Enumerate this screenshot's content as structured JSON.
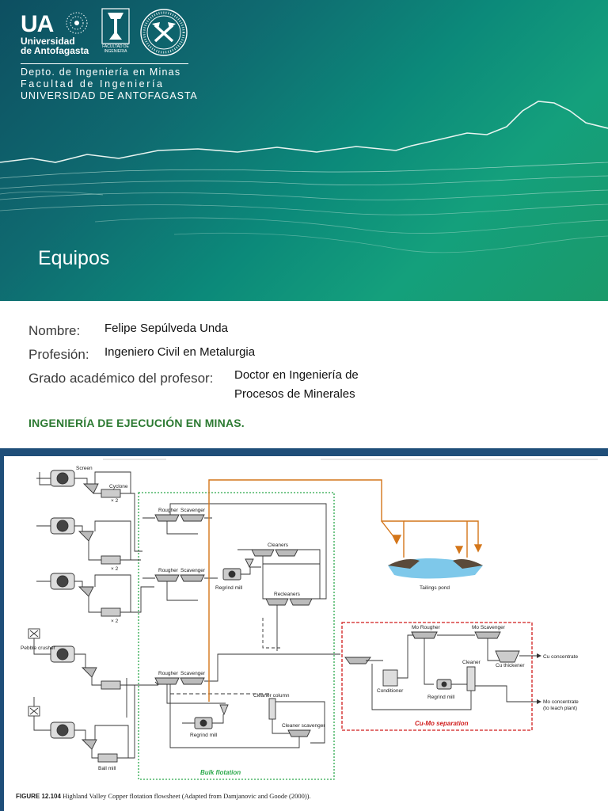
{
  "header": {
    "logo_ua": "UA",
    "logo_ua_name": [
      "Universidad",
      "de Antofagasta"
    ],
    "logo_fi_text": "FACULTAD DE INGENIERIA",
    "dept_lines": [
      "Depto. de Ingeniería en Minas",
      "Facultad de Ingeniería",
      "UNIVERSIDAD DE ANTOFAGASTA"
    ]
  },
  "slide": {
    "title": "Equipos"
  },
  "info": {
    "name_label": "Nombre:",
    "name_value": "Felipe Sepúlveda Unda",
    "profession_label": "Profesión:",
    "profession_value": "Ingeniero Civil en Metalurgia",
    "degree_label": "Grado académico del profesor:",
    "degree_value_line1": "Doctor en Ingeniería de",
    "degree_value_line2": "Procesos de Minerales",
    "program": "INGENIERÍA DE EJECUCIÓN EN MINAS."
  },
  "figure": {
    "labels": {
      "screen": "Screen",
      "cyclone": "Cyclone",
      "x2a": "× 2",
      "x2b": "× 2",
      "x2c": "× 2",
      "pebble_crusher": "Pebble crusher",
      "ball_mill": "Ball mill",
      "rougher1": "Rougher",
      "scavenger1": "Scavenger",
      "rougher2": "Rougher",
      "scavenger2": "Scavenger",
      "rougher3": "Rougher",
      "scavenger3": "Scavenger",
      "regrind1": "Regrind mill",
      "regrind2": "Regrind mill",
      "regrind3": "Regrind mill",
      "cleaners": "Cleaners",
      "recleaners": "Recleaners",
      "cleaner_column": "Cleaner column",
      "cleaner_scavenger": "Cleaner scavenger",
      "bulk_flotation": "Bulk flotation",
      "tailings_pond": "Tailings pond",
      "mo_rougher": "Mo Rougher",
      "mo_scavenger": "Mo Scavenger",
      "cu_thickener": "Cu thickener",
      "conditioner": "Conditioner",
      "cleaner": "Cleaner",
      "cu_concentrate": "Cu concentrate",
      "mo_concentrate_1": "Mo concentrate",
      "mo_concentrate_2": "(to leach plant)",
      "cumo_separation": "Cu-Mo separation"
    },
    "caption_label": "FIGURE 12.104",
    "caption_text": "Highland Valley Copper flotation flowsheet (Adapted from Damjanovic and Goode (2000))."
  },
  "colors": {
    "banner_dark": "#0d4f61",
    "banner_light": "#14a07c",
    "program_green": "#2c7a32",
    "bulk_border": "#2aa84a",
    "cumo_border": "#d01c1c",
    "orange_line": "#d4761a",
    "frame_blue": "#1f4e79"
  }
}
